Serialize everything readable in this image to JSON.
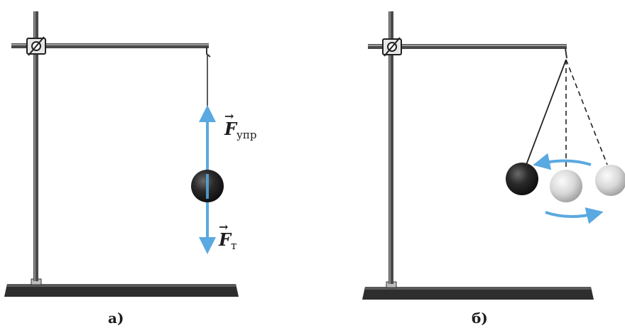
{
  "panel_a": {
    "caption": "а)",
    "force_up": {
      "symbol": "F",
      "subscript": "упр"
    },
    "force_down": {
      "symbol": "F",
      "subscript": "т"
    }
  },
  "panel_b": {
    "caption": "б)"
  },
  "colors": {
    "arrow": "#5aa9e0",
    "stand": "#3a3a3a",
    "ball_dark": "#1e1e1e",
    "ball_light": "#d9d9d9"
  },
  "icons": [
    "vector-arrow-icon"
  ]
}
